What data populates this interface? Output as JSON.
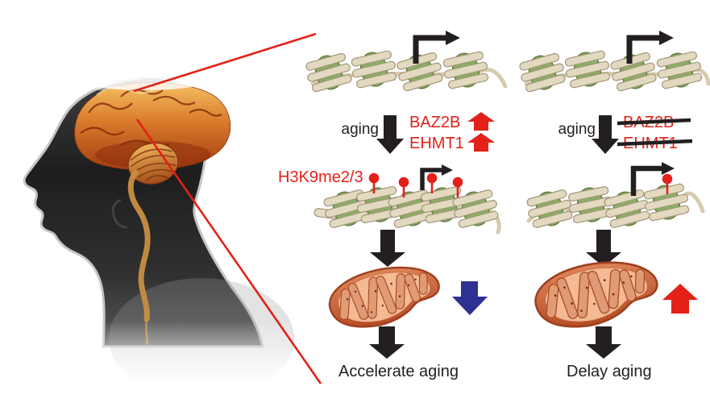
{
  "figure": {
    "type": "graphical-abstract-diagram",
    "subject": "brain aging epigenetic pathway",
    "head_illustration": "human head profile with highlighted brain and cerebellum",
    "callout": "red magnification lines from cerebellum region to chromatin panels"
  },
  "colors": {
    "red": "#e32119",
    "blue": "#2e3192",
    "black": "#231f20",
    "nucleosome_green": "#89ae63",
    "dna_tan": "#e3d9c0",
    "mito_orange": "#c75f34",
    "background": "#ffffff"
  },
  "left_pathway": {
    "aging_label": "aging",
    "genes": [
      {
        "name": "BAZ2B",
        "change": "increase"
      },
      {
        "name": "EHMT1",
        "change": "increase"
      }
    ],
    "histone_mark_label": "H3K9me2/3",
    "chromatin_state_top": "open chromatin with transcription arrow",
    "chromatin_state_mid": "compact chromatin with H3K9me2/3 marks",
    "mitochondria_change": "decrease",
    "outcome_label": "Accelerate aging"
  },
  "right_pathway": {
    "aging_label": "aging",
    "genes": [
      {
        "name": "BAZ2B",
        "change": "crossed-out"
      },
      {
        "name": "EHMT1",
        "change": "crossed-out"
      }
    ],
    "chromatin_state_top": "open chromatin with transcription arrow",
    "chromatin_state_mid": "open chromatin, single mark, active transcription",
    "mitochondria_change": "increase",
    "outcome_label": "Delay aging"
  }
}
